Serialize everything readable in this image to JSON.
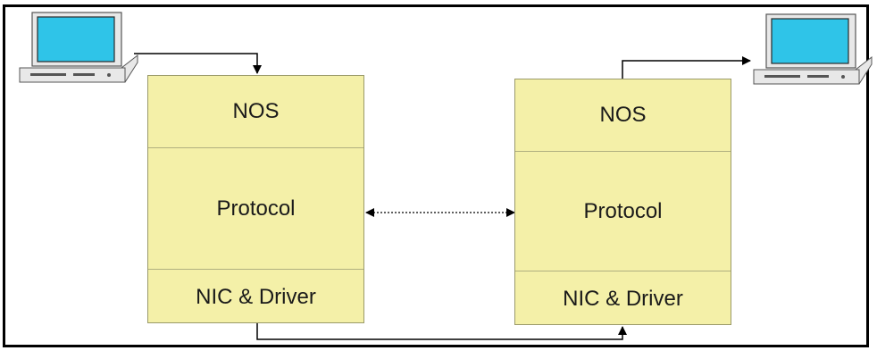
{
  "colors": {
    "layer_fill": "#f4f0a8",
    "layer_border": "#9a9a6a",
    "monitor_screen": "#2fc4e8",
    "computer_body": "#e8e8e8",
    "line": "#000000"
  },
  "left_stack": {
    "nos_label": "NOS",
    "protocol_label": "Protocol",
    "nic_label": "NIC & Driver"
  },
  "right_stack": {
    "nos_label": "NOS",
    "protocol_label": "Protocol",
    "nic_label": "NIC & Driver"
  },
  "icons": {
    "left_computer": "desktop-computer-icon",
    "right_computer": "desktop-computer-icon"
  }
}
